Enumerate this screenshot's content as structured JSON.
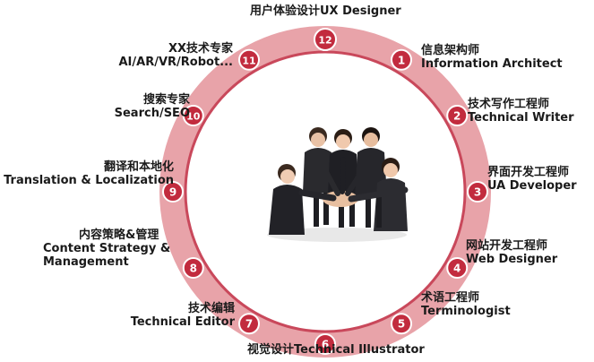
{
  "diagram": {
    "colors": {
      "ring_outer": "#e8a3a9",
      "ring_inner": "#c9485b",
      "node": "#c22b3e",
      "node_text": "#ffffff"
    },
    "center_image": "people-team-hands-together",
    "roles": [
      {
        "number": "1",
        "zh": "信息架构师",
        "en": "Information Architect"
      },
      {
        "number": "2",
        "zh": "技术写作工程师",
        "en": "Technical Writer"
      },
      {
        "number": "3",
        "zh": "界面开发工程师",
        "en": "UA Developer"
      },
      {
        "number": "4",
        "zh": "网站开发工程师",
        "en": "Web Designer"
      },
      {
        "number": "5",
        "zh": "术语工程师",
        "en": "Terminologist"
      },
      {
        "number": "6",
        "zh": "视觉设计Technical Illustrator",
        "en": ""
      },
      {
        "number": "7",
        "zh": "技术编辑",
        "en": "Technical Editor"
      },
      {
        "number": "8",
        "zh": "内容策略&管理",
        "en": "Content Strategy &",
        "en2": "Management"
      },
      {
        "number": "9",
        "zh": "翻译和本地化",
        "en": "Translation & Localization"
      },
      {
        "number": "10",
        "zh": "搜索专家",
        "en": "Search/SEO"
      },
      {
        "number": "11",
        "zh": "XX技术专家",
        "en": "AI/AR/VR/Robot..."
      },
      {
        "number": "12",
        "zh": "用户体验设计UX Designer",
        "en": ""
      }
    ]
  }
}
